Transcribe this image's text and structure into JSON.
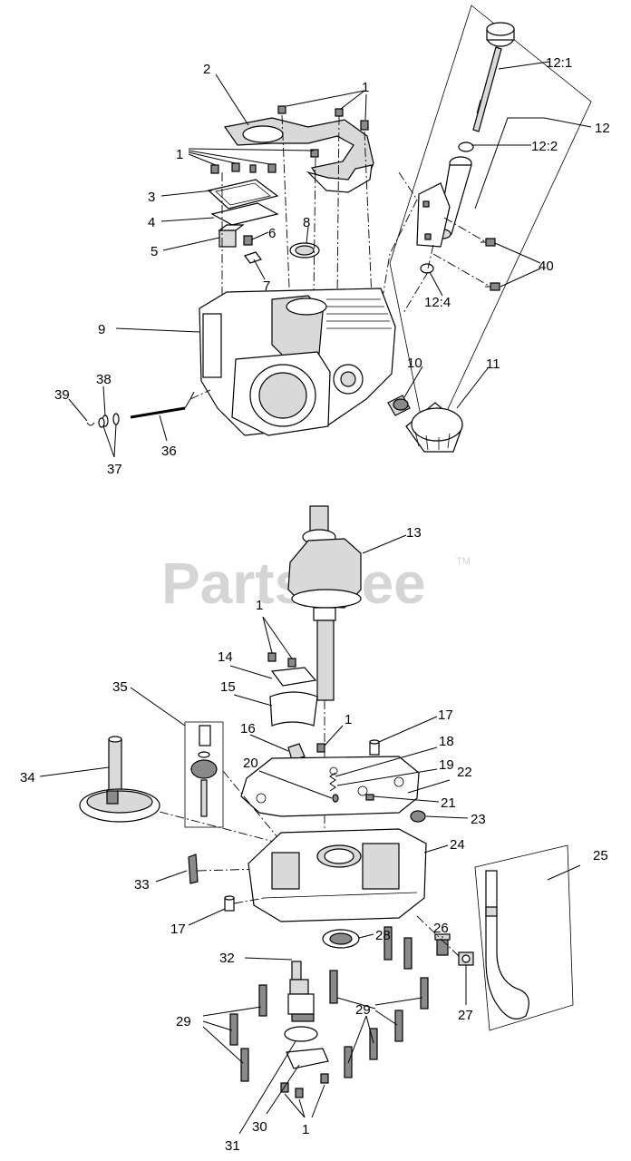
{
  "watermark": {
    "text": "PartsTree",
    "trademark": "TM"
  },
  "callouts": {
    "c1a": "1",
    "c1b": "1",
    "c1c": "1",
    "c1d": "1",
    "c1e": "1",
    "c2": "2",
    "c3": "3",
    "c4": "4",
    "c5": "5",
    "c6": "6",
    "c7": "7",
    "c8": "8",
    "c9": "9",
    "c10": "10",
    "c11": "11",
    "c12": "12",
    "c12_1": "12:1",
    "c12_2": "12:2",
    "c12_4": "12:4",
    "c13": "13",
    "c14": "14",
    "c15": "15",
    "c16": "16",
    "c17a": "17",
    "c17b": "17",
    "c18": "18",
    "c19": "19",
    "c20": "20",
    "c21": "21",
    "c22": "22",
    "c23": "23",
    "c24": "24",
    "c25": "25",
    "c26": "26",
    "c27": "27",
    "c28": "28",
    "c29a": "29",
    "c29b": "29",
    "c30": "30",
    "c31": "31",
    "c32": "32",
    "c33": "33",
    "c34": "34",
    "c35": "35",
    "c36": "36",
    "c37": "37",
    "c38": "38",
    "c39": "39",
    "c40": "40"
  }
}
